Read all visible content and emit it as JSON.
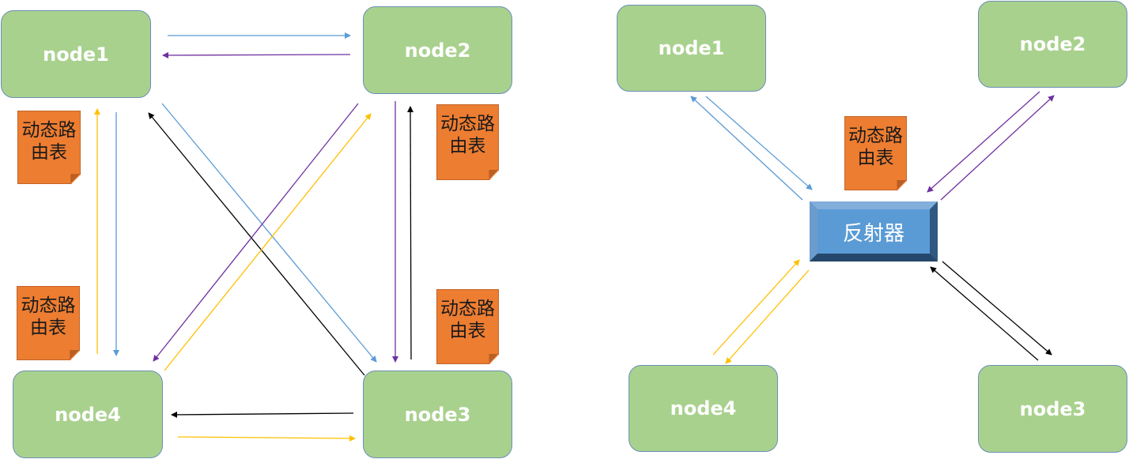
{
  "left_diagram": {
    "nodes": [
      "node1",
      "node2",
      "node3",
      "node4"
    ],
    "routing_tables": [
      "动态路\n由表",
      "动态路\n由表",
      "动态路\n由表",
      "动态路\n由表"
    ]
  },
  "right_diagram": {
    "nodes": [
      "node1",
      "node2",
      "node3",
      "node4"
    ],
    "routing_table": "动态路\n由表",
    "reflector": "反射器"
  },
  "colors": {
    "node_fill": "#a9d18e",
    "note_fill": "#ed7d31",
    "reflector_fill": "#5b9bd5",
    "arrow_blue": "#5b9bd5",
    "arrow_purple": "#7030a0",
    "arrow_yellow": "#ffc000",
    "arrow_black": "#000000"
  }
}
